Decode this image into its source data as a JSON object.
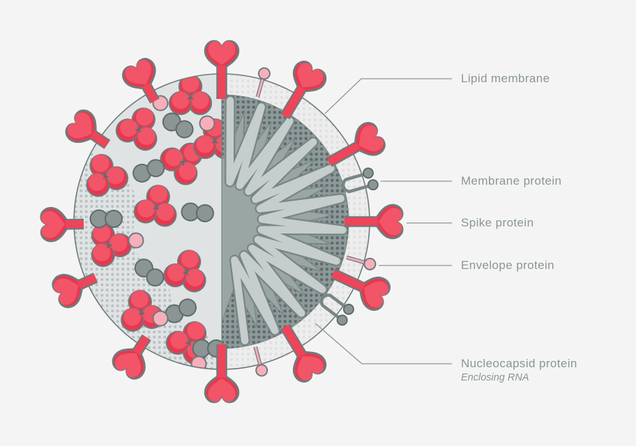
{
  "diagram": {
    "subject": "coronavirus-cross-section",
    "labels": {
      "lipid": "Lipid membrane",
      "membrane": "Membrane protein",
      "spike": "Spike protein",
      "envelope": "Envelope protein",
      "nucleocapsid": "Nucleocapsid protein",
      "nucleocapsid_sub": "Enclosing RNA"
    },
    "colors": {
      "background": "#f4f4f5",
      "label_text": "#8a9595",
      "leader_line": "#8a9595",
      "outline": "#6f7a7a",
      "left_fill": "#e0e3e4",
      "left_dots": "#b9c0c2",
      "ring_fill": "#ededed",
      "ring_dots": "#dfe1e0",
      "inner_fill": "#8d9a99",
      "inner_dots": "#5d6c6c",
      "core_fill": "#9aa6a4",
      "ribbon_fill": "#c5cecd",
      "ribbon_stroke": "#7a8585",
      "spike_red": "#f25468",
      "spike_red_dark": "#e73850",
      "stalk_red": "#ef4459",
      "envelope_pink": "#f8aebb",
      "protein_gray": "#8a9594",
      "protein_gray_dark": "#5f6b6b"
    }
  }
}
